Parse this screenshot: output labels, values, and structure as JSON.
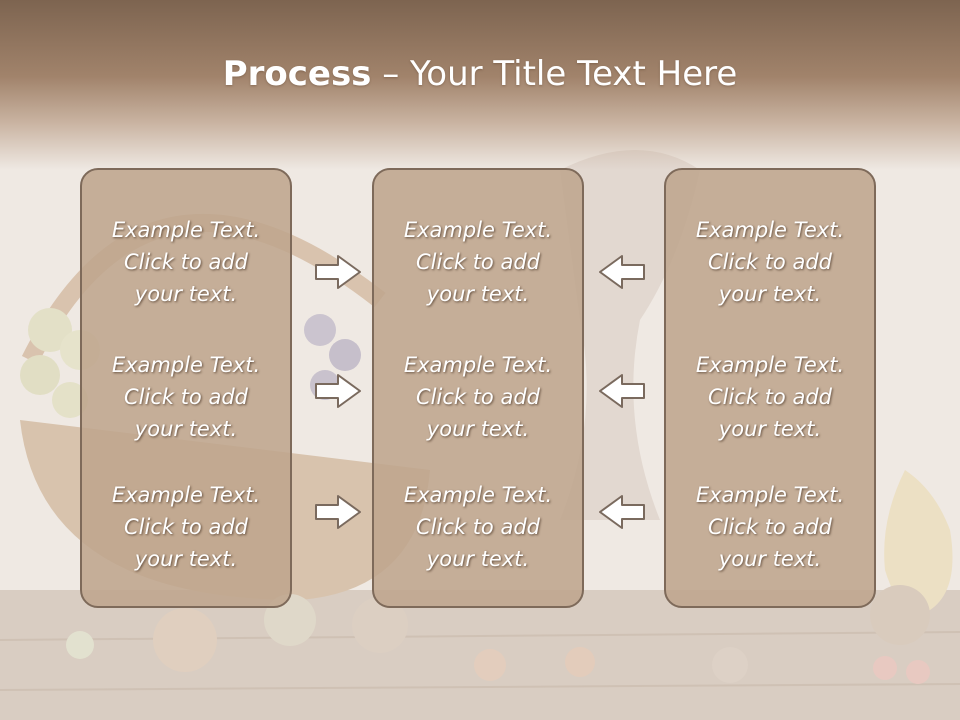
{
  "slide": {
    "title_bold": "Process",
    "title_rest": " – Your Title Text Here",
    "colors": {
      "title_bar": "#9b7d65",
      "box_fill": "#bea48c",
      "box_border": "#7e6a5a",
      "text": "#ffffff"
    }
  },
  "columns": [
    {
      "items": [
        [
          "Example Text.",
          "Click  to add",
          "your text."
        ],
        [
          "Example Text.",
          "Click  to add",
          "your text."
        ],
        [
          "Example Text.",
          "Click  to add",
          "your text."
        ]
      ]
    },
    {
      "items": [
        [
          "Example Text.",
          "Click  to add",
          "your text."
        ],
        [
          "Example Text.",
          "Click  to add",
          "your text."
        ],
        [
          "Example Text.",
          "Click  to add",
          "your text."
        ]
      ]
    },
    {
      "items": [
        [
          "Example Text.",
          "Click  to add",
          "your text."
        ],
        [
          "Example Text.",
          "Click  to add",
          "your text."
        ],
        [
          "Example Text.",
          "Click  to add",
          "your text."
        ]
      ]
    }
  ],
  "arrows": {
    "left_group": "arrow-right-icon",
    "right_group": "arrow-left-icon"
  }
}
